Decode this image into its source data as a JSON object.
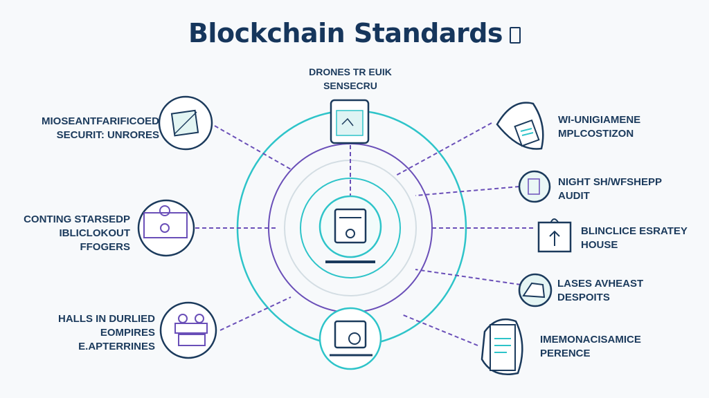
{
  "title": "Blockchain Standards",
  "top_label": [
    "DRONES TR EUIK",
    "SENSECRU"
  ],
  "left_items": [
    {
      "lines": [
        "MIOSEANTFARIFICOED",
        "SECURIT: UNRORES"
      ],
      "icon": "cube-icon"
    },
    {
      "lines": [
        "CONTING STARSEDP",
        "IBLICLOKOUT",
        "FFOGERS"
      ],
      "icon": "meeting-icon"
    },
    {
      "lines": [
        "HALLS IN DURLIED",
        "EOMPIRES",
        "E.APTERRINES"
      ],
      "icon": "team-icon"
    }
  ],
  "right_items": [
    {
      "lines": [
        "WI-UNIGIAMENE",
        "MPLCOSTIZON"
      ],
      "icon": "document-icon"
    },
    {
      "lines": [
        "NIGHT SH/WFSHEPP",
        "AUDIT"
      ],
      "icon": "audit-icon"
    },
    {
      "lines": [
        "BLINCLICE ESRATEY",
        "HOUSE"
      ],
      "icon": "upload-bag-icon"
    },
    {
      "lines": [
        "LASES AVHEAST",
        "DESPOITS"
      ],
      "icon": "deposit-icon"
    },
    {
      "lines": [
        "IMEMONACISAMICE",
        "PERENCE"
      ],
      "icon": "report-icon"
    }
  ],
  "colors": {
    "navy": "#1b3a5c",
    "teal": "#2ec4c9",
    "purple": "#6a4fb8"
  }
}
